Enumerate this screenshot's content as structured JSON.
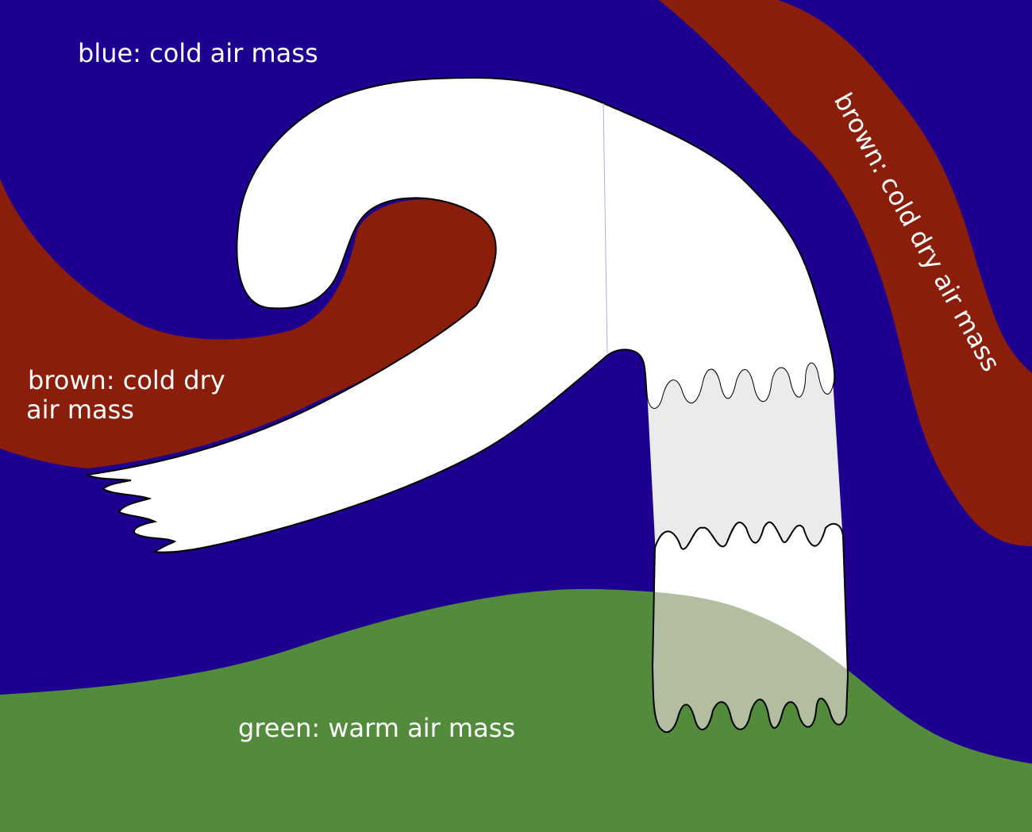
{
  "labels": {
    "blue": "blue: cold air mass",
    "brown_left_line1": "brown: cold dry",
    "brown_left_line2": "air mass",
    "brown_right": "brown: cold dry air mass",
    "green": "green: warm air mass"
  },
  "colors": {
    "cold_air": "#1e0090",
    "cold_dry_air": "#8b1e0a",
    "warm_air": "#528b3c",
    "cloud": "#ffffff",
    "cloud_thin": "#ebebeb",
    "cloud_over_warm": "#b3bea0"
  }
}
